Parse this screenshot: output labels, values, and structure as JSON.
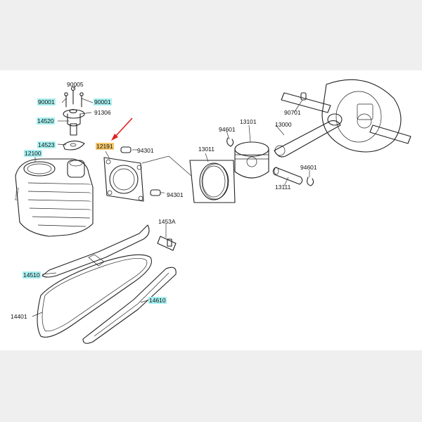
{
  "diagram": {
    "colors": {
      "page_background": "#efefef",
      "panel_background": "#ffffff",
      "highlight": "#a8f0f0",
      "selected_highlight": "#f5c86c",
      "pointer_arrow": "#e02020",
      "line": "#222222"
    },
    "labels": {
      "p90005": "90005",
      "p90001_left": "90001",
      "p90001_right": "90001",
      "p91306": "91306",
      "p14520": "14520",
      "p14523": "14523",
      "p12100": "12100",
      "p12191": "12191",
      "p94301_top": "94301",
      "p94301_bottom": "94301",
      "p1453A": "1453A",
      "p14510": "14510",
      "p14401": "14401",
      "p14610": "14610",
      "p13011": "13011",
      "p94601_left": "94601",
      "p13101": "13101",
      "p13000": "13000",
      "p90701": "90701",
      "p94601_right": "94601",
      "p13111": "13111"
    },
    "selected_part": "12191"
  }
}
